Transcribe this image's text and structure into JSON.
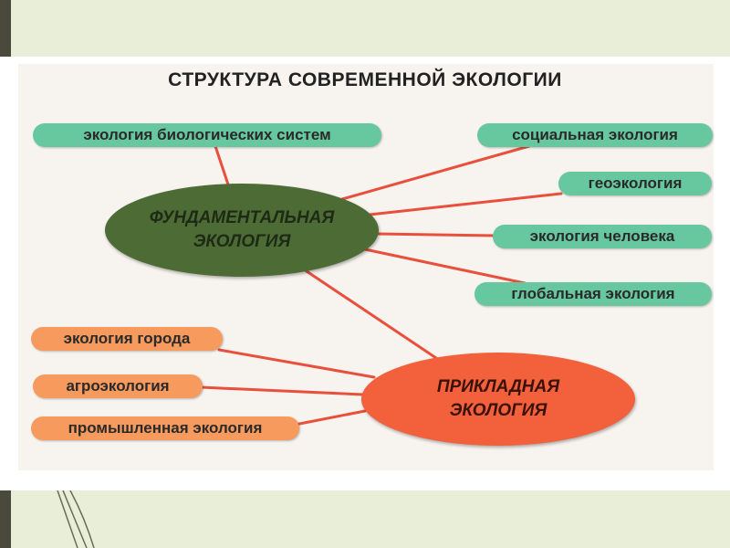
{
  "title": "СТРУКТУРА  СОВРЕМЕННОЙ  ЭКОЛОГИИ",
  "fundamental": {
    "line1": "ФУНДАМЕНТАЛЬНАЯ",
    "line2": "ЭКОЛОГИЯ"
  },
  "applied": {
    "line1": "ПРИКЛАДНАЯ",
    "line2": "ЭКОЛОГИЯ"
  },
  "green_boxes": {
    "biological": "экология  биологических  систем",
    "social": "социальная  экология",
    "geo": "геоэкология",
    "human": "экология  человека",
    "global": "глобальная  экология"
  },
  "orange_boxes": {
    "city": "экология  города",
    "agro": "агроэкология",
    "industrial": "промышленная  экология"
  },
  "colors": {
    "green_box": "#67c8a0",
    "orange_box": "#f69a5e",
    "fundamental_ellipse": "#4d6b35",
    "applied_ellipse": "#f2603c",
    "connector": "#e8503c"
  }
}
